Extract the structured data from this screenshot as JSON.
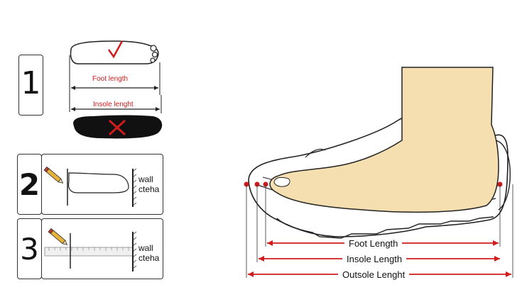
{
  "steps": [
    {
      "number": "1",
      "foot_length_label": "Foot length",
      "insole_label": "Insole lenght"
    },
    {
      "number": "2",
      "wall_label_1": "wall",
      "wall_label_2": "cteha"
    },
    {
      "number": "3",
      "wall_label_1": "wall",
      "wall_label_2": "cteha"
    }
  ],
  "measurements": {
    "foot_length": "Foot Length",
    "insole_length": "Insole Length",
    "outsole_length": "Outsole Lenght"
  },
  "colors": {
    "red": "#d01c1c",
    "foot_fill": "#f5dfb0",
    "insole_fill": "#111111",
    "outline": "#222222"
  }
}
